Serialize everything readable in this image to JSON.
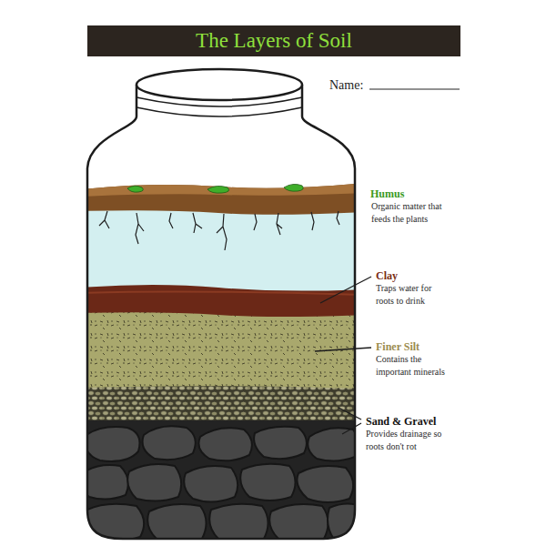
{
  "diagram": {
    "title": "The Layers of Soil",
    "labels": [
      "Name:",
      "Humus",
      "Organic matter that feeds the plants",
      "Clay",
      "Traps water for roots to drink",
      "Finer Silt",
      "Contains the important minerals",
      "Sand & Gravel",
      "Provides drainage so roots don't rot"
    ]
  }
}
